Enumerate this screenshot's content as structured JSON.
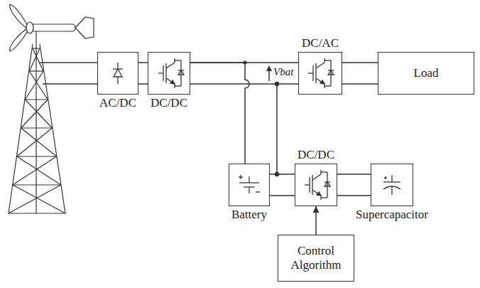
{
  "diagram": {
    "nodes": [
      {
        "text": [
          "AC/DC"
        ]
      },
      {
        "text": [
          "DC/DC"
        ]
      },
      {
        "text": [
          "DC/AC"
        ]
      },
      {
        "text": [
          "Load"
        ]
      },
      {
        "text": [
          "Battery"
        ]
      },
      {
        "text": [
          "DC/DC"
        ]
      },
      {
        "text": [
          "Supercapacitor"
        ]
      },
      {
        "text": [
          "Control Algorithm"
        ]
      }
    ],
    "edges": [
      {
        "from": 0,
        "to": 1,
        "arrow": "none"
      },
      {
        "from": 1,
        "to": 2,
        "arrow": "none"
      },
      {
        "from": 2,
        "to": 3,
        "arrow": "none"
      },
      {
        "from": 1,
        "to": 4,
        "arrow": "none"
      },
      {
        "from": 4,
        "to": 5,
        "arrow": "none"
      },
      {
        "from": 5,
        "to": 6,
        "arrow": "none"
      },
      {
        "from": 7,
        "to": 5,
        "arrow": "to"
      }
    ],
    "labels": [
      "Vbat"
    ]
  }
}
